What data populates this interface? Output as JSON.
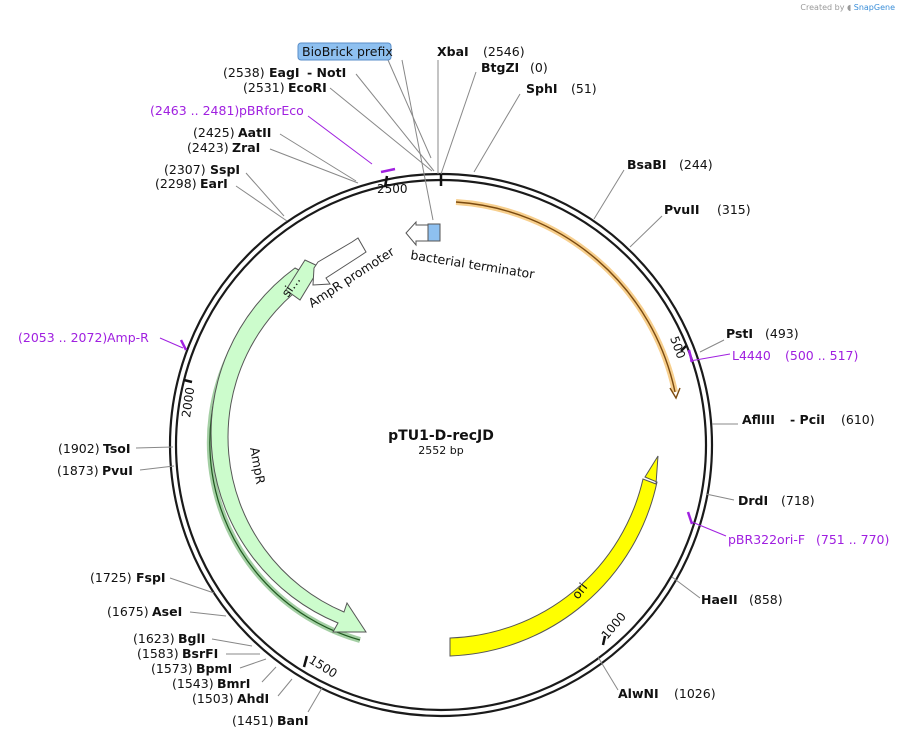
{
  "credit": {
    "prefix": "Created by",
    "brand": "SnapGene"
  },
  "plasmid": {
    "name": "pTU1-D-recJD",
    "length_label": "2552 bp"
  },
  "tick_labels": [
    "2500",
    "500",
    "2000",
    "1000",
    "1500"
  ],
  "enzymes": [
    {
      "name": "XbaI",
      "pos": "(2546)"
    },
    {
      "name": "BtgZI",
      "pos": "(0)"
    },
    {
      "name": "SphI",
      "pos": "(51)"
    },
    {
      "name": "BsaBI",
      "pos": "(244)"
    },
    {
      "name": "PvuII",
      "pos": "(315)"
    },
    {
      "name": "PstI",
      "pos": "(493)"
    },
    {
      "name": "AflIII",
      "name2": "PciI",
      "pos": "(610)"
    },
    {
      "name": "DrdI",
      "pos": "(718)"
    },
    {
      "name": "HaeII",
      "pos": "(858)"
    },
    {
      "name": "AlwNI",
      "pos": "(1026)"
    },
    {
      "name": "BanI",
      "pos": "(1451)"
    },
    {
      "name": "AhdI",
      "pos": "(1503)"
    },
    {
      "name": "BmrI",
      "pos": "(1543)"
    },
    {
      "name": "BpmI",
      "pos": "(1573)"
    },
    {
      "name": "BsrFI",
      "pos": "(1583)"
    },
    {
      "name": "BglI",
      "pos": "(1623)"
    },
    {
      "name": "AseI",
      "pos": "(1675)"
    },
    {
      "name": "FspI",
      "pos": "(1725)"
    },
    {
      "name": "PvuI",
      "pos": "(1873)"
    },
    {
      "name": "TsoI",
      "pos": "(1902)"
    },
    {
      "name": "EarI",
      "pos": "(2298)"
    },
    {
      "name": "SspI",
      "pos": "(2307)"
    },
    {
      "name": "ZraI",
      "pos": "(2423)"
    },
    {
      "name": "AatII",
      "pos": "(2425)"
    },
    {
      "name": "EcoRI",
      "pos": "(2531)"
    },
    {
      "name": "EagI",
      "name2": "NotI",
      "pos": "(2538)"
    }
  ],
  "primers": [
    {
      "range": "(2463 .. 2481)",
      "name": "pBRforEco"
    },
    {
      "name": "L4440",
      "range": "(500 .. 517)"
    },
    {
      "name": "pBR322ori-F",
      "range": "(751 .. 770)"
    },
    {
      "range": "(2053 .. 2072)",
      "name": "Amp-R"
    }
  ],
  "features": {
    "biobrick": "BioBrick prefix",
    "terminator": "bacterial terminator",
    "amp_promoter": "AmpR promoter",
    "signal": "si…",
    "ampr": "AmpR",
    "ori": "ori"
  },
  "colors": {
    "backbone": "#1a1a1a",
    "primer": "#a020e0",
    "ampr_fill": "#ccfccc",
    "ampr_stroke": "#4aa04a",
    "ori_fill": "#ffff00",
    "orange_feature": "#f0a830",
    "biobrick_fill": "#8ec0f0",
    "credit_brand": "#3a8ed8"
  }
}
